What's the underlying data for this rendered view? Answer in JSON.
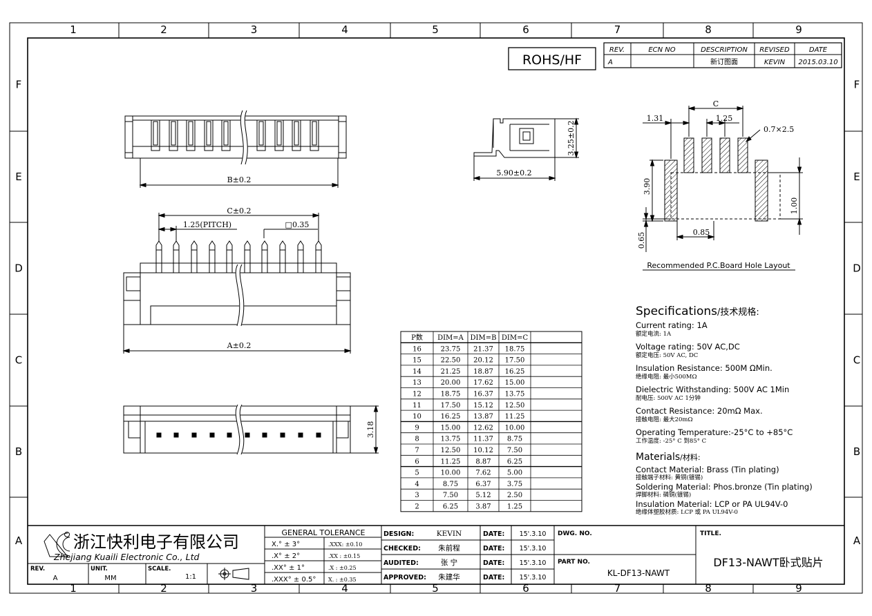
{
  "border": {
    "columns": [
      "1",
      "2",
      "3",
      "4",
      "5",
      "6",
      "7",
      "8",
      "9"
    ],
    "rows": [
      "F",
      "E",
      "D",
      "C",
      "B",
      "A"
    ]
  },
  "rohs": "ROHS/HF",
  "revision_table": {
    "headers": [
      "REV.",
      "ECN NO",
      "DESCRIPTION",
      "REVISED",
      "DATE"
    ],
    "row": [
      "A",
      "",
      "新订图面",
      "KEVIN",
      "2015.03.10"
    ]
  },
  "top_view": {
    "dim_b": "B±0.2"
  },
  "side_view": {
    "width": "5.90±0.2",
    "height": "3.25±0.2"
  },
  "front_view": {
    "dim_c": "C±0.2",
    "pitch": "1.25(PITCH)",
    "pin": "□0.35",
    "dim_a": "A±0.2"
  },
  "bottom_view": {
    "height": "3.18"
  },
  "pcb_layout": {
    "c": "C",
    "d131": "1.31",
    "d125": "1.25",
    "d07x25": "0.7×2.5",
    "d390": "3.90",
    "d100": "1.00",
    "d065": "0.65",
    "d085": "0.85",
    "caption": "Recommended  P.C.Board Hole  Layout"
  },
  "dim_table": {
    "headers": [
      "P数",
      "DIM=A",
      "DIM=B",
      "DIM=C"
    ],
    "rows": [
      [
        "16",
        "23.75",
        "21.37",
        "18.75"
      ],
      [
        "15",
        "22.50",
        "20.12",
        "17.50"
      ],
      [
        "14",
        "21.25",
        "18.87",
        "16.25"
      ],
      [
        "13",
        "20.00",
        "17.62",
        "15.00"
      ],
      [
        "12",
        "18.75",
        "16.37",
        "13.75"
      ],
      [
        "11",
        "17.50",
        "15.12",
        "12.50"
      ],
      [
        "10",
        "16.25",
        "13.87",
        "11.25"
      ],
      [
        "9",
        "15.00",
        "12.62",
        "10.00"
      ],
      [
        "8",
        "13.75",
        "11.37",
        "8.75"
      ],
      [
        "7",
        "12.50",
        "10.12",
        "7.50"
      ],
      [
        "6",
        "11.25",
        "8.87",
        "6.25"
      ],
      [
        "5",
        "10.00",
        "7.62",
        "5.00"
      ],
      [
        "4",
        "8.75",
        "6.37",
        "3.75"
      ],
      [
        "3",
        "7.50",
        "5.12",
        "2.50"
      ],
      [
        "2",
        "6.25",
        "3.87",
        "1.25"
      ]
    ]
  },
  "specs": {
    "title": "Specifications",
    "title_cn": "/技术规格:",
    "items": [
      {
        "en": "Current  rating:  1A",
        "cn": "额定电流:  1A"
      },
      {
        "en": "Voltage  rating:  50V  AC,DC",
        "cn": "额定电压:  50V  AC, DC"
      },
      {
        "en": "Insulation  Resistance:  500M  ΩMin.",
        "cn": "绝缘电阻:  最小500MΩ"
      },
      {
        "en": "Dielectric  Withstanding:    500V  AC    1Min",
        "cn": "耐电压:  500V  AC    1分钟"
      },
      {
        "en": "Contact  Resistance:    20mΩ  Max.",
        "cn": "接触电阻:  最大20mΩ"
      },
      {
        "en": "Operating  Temperature:-25°C  to  +85°C",
        "cn": "工作温度:  -25° C  到85° C"
      }
    ],
    "materials_title": "Materials",
    "materials_title_cn": "/材料:",
    "materials": [
      {
        "en": "Contact  Material:  Brass  (Tin  plating)",
        "cn": "接触端子材料:  黄铜(镀锡)"
      },
      {
        "en": "Soldering  Material:  Phos.bronze  (Tin  plating)",
        "cn": "焊脚材料:  磷铜(镀锡)"
      },
      {
        "en": "Insulation  Material:  LCP  or  PA  UL94V-0",
        "cn": "绝缘体塑胶材质:  LCP  或  PA  UL94V-0"
      }
    ]
  },
  "title_block": {
    "company_cn": "浙江快利电子有限公司",
    "company_en": "Zhejiang  Kuaili  Electronic  Co.,  Ltd",
    "rev_label": "REV.",
    "rev": "A",
    "unit_label": "UNIT.",
    "unit": "MM",
    "scale_label": "SCALE.",
    "scale": "1:1",
    "tolerance_title": "GENERAL  TOLERANCE",
    "angle_tol": [
      "X.° ± 3°",
      ".X° ± 2°",
      ".XX° ± 1°",
      ".XXX° ± 0.5°"
    ],
    "linear_tol": [
      ".XXX:  ±0.10",
      ".XX :  ±0.15",
      ".X  :  ±0.25",
      "X.  :  ±0.35"
    ],
    "design_label": "DESIGN:",
    "design": "KEVIN",
    "checked_label": "CHECKED:",
    "checked": "朱前程",
    "audited_label": "AUDITED:",
    "audited": "张  宁",
    "approved_label": "APPROVED:",
    "approved": "朱建华",
    "date_label": "DATE:",
    "dates": [
      "15'.3.10",
      "15'.3.10",
      "15'.3.10",
      "15'.3.10"
    ],
    "dwg_no_label": "DWG. NO.",
    "part_no_label": "PART NO.",
    "part_no": "KL-DF13-NAWT",
    "title_label": "TITLE.",
    "title": "DF13-NAWT卧式贴片"
  }
}
